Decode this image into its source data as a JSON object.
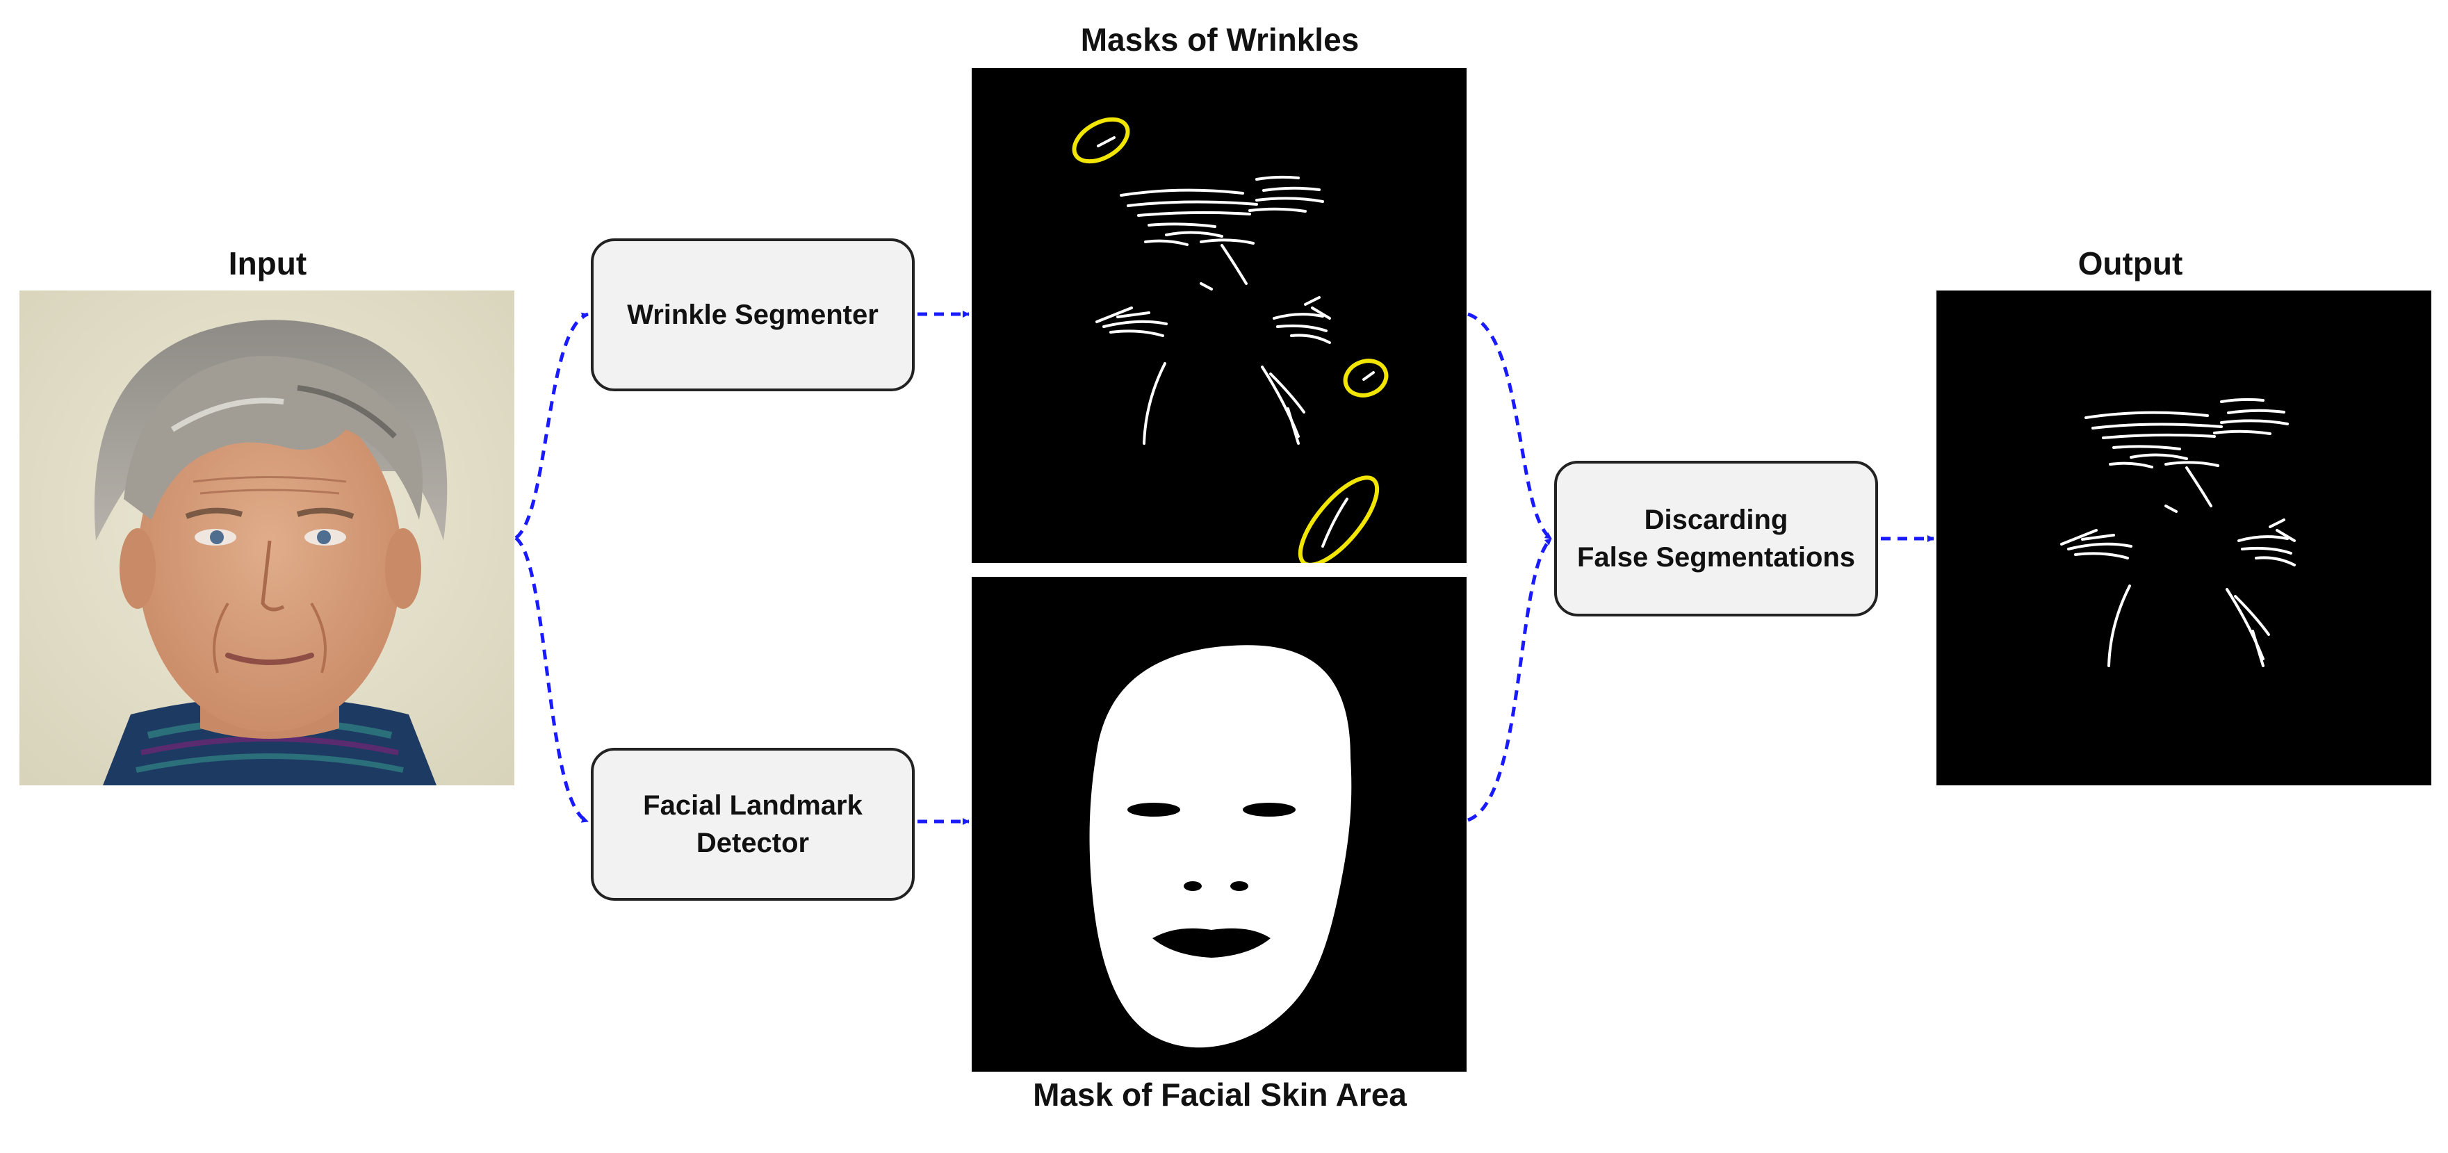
{
  "labels": {
    "input": "Input",
    "masks_of_wrinkles": "Masks of Wrinkles",
    "mask_of_facial_skin_area": "Mask of Facial Skin Area",
    "output": "Output"
  },
  "boxes": {
    "wrinkle_segmenter": "Wrinkle Segmenter",
    "facial_landmark_detector": {
      "line1": "Facial Landmark",
      "line2": "Detector"
    },
    "discarding": {
      "line1": "Discarding",
      "line2": "False Segmentations"
    }
  },
  "colors": {
    "arrow": "#1a1aff",
    "box_fill": "#f2f2f2",
    "box_border": "#222222",
    "highlight_ellipse": "#f2e600",
    "mask_bg": "#000000",
    "mask_fg": "#ffffff"
  }
}
